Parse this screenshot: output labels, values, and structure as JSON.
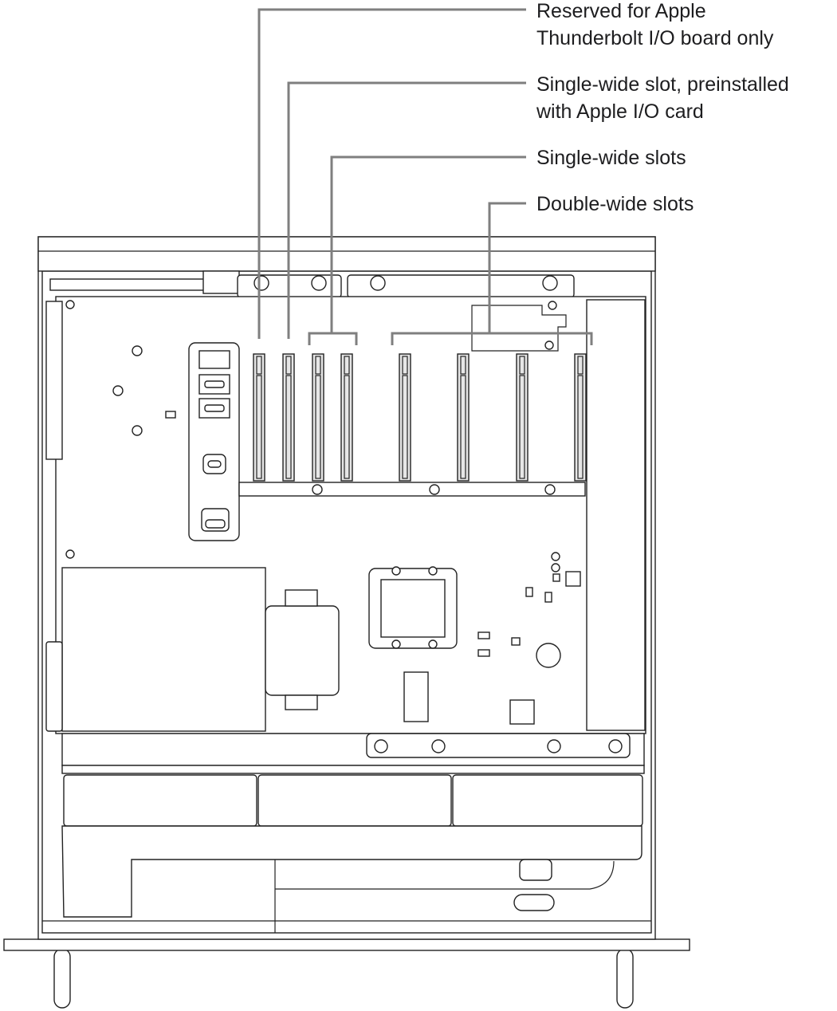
{
  "title": "Mac Pro PCIe slot locations",
  "callouts": [
    {
      "line1": "Reserved for Apple",
      "line2": "Thunderbolt I/O board only"
    },
    {
      "line1": "Single-wide slot, preinstalled",
      "line2": "with Apple I/O card"
    },
    {
      "line1": "Single-wide slots"
    },
    {
      "line1": "Double-wide slots"
    }
  ],
  "colors": {
    "leader": "#7f7f7f",
    "outline": "#222222",
    "slot_fill": "#e6e6e6"
  }
}
